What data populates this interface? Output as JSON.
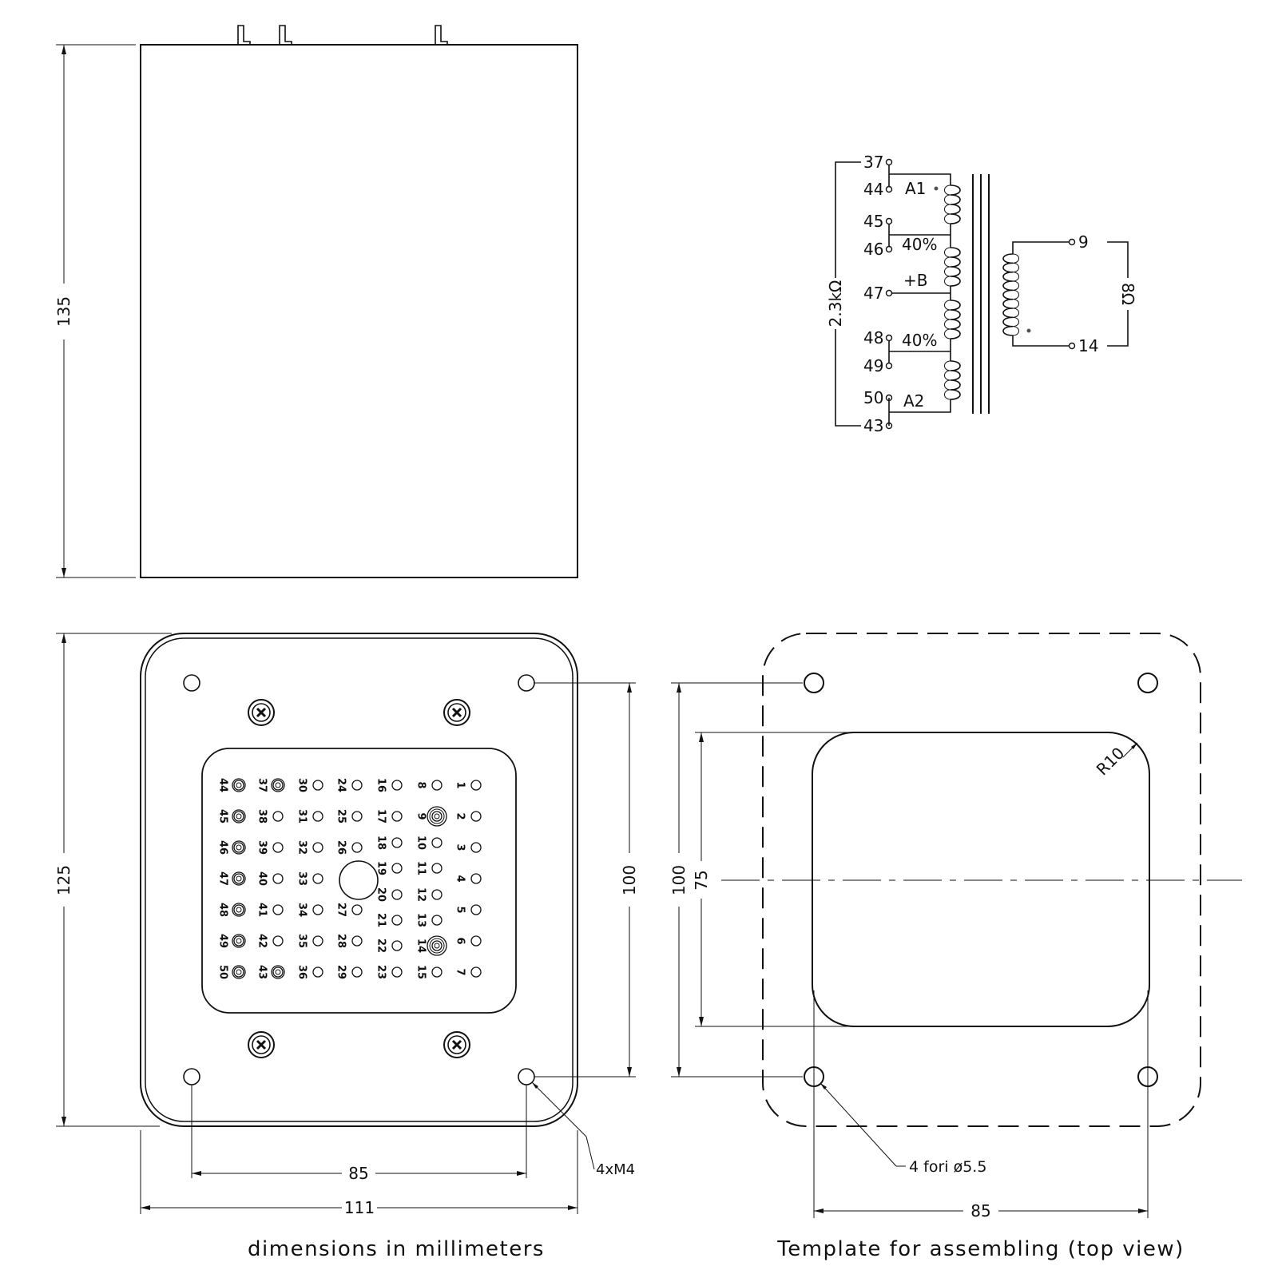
{
  "dimensions": {
    "height_side": "135",
    "height_bottom": "125",
    "hole_spacing_v": "100",
    "hole_spacing_h": "85",
    "width": "111",
    "thread": "4xM4",
    "tpl_hole_spacing_v": "100",
    "window_height": "75",
    "tpl_hole_spacing_h": "85",
    "radius": "R10",
    "holes": "4 fori ø5.5"
  },
  "captions": {
    "bottom_left": "dimensions in millimeters",
    "bottom_right": "Template for assembling (top view)"
  },
  "schematic": {
    "primary_pins": [
      "37",
      "44",
      "45",
      "46",
      "47",
      "48",
      "49",
      "50",
      "43"
    ],
    "secondary_pins": [
      "9",
      "14"
    ],
    "labels": {
      "a1": "A1",
      "tap1": "40%",
      "plus_b": "+B",
      "tap2": "40%",
      "a2": "A2",
      "primary_impedance": "2.3kΩ",
      "secondary_impedance": "8Ω"
    }
  },
  "terminal_board": {
    "columns": [
      {
        "pins": [
          "44",
          "45",
          "46",
          "47",
          "48",
          "49",
          "50"
        ],
        "used": [
          true,
          true,
          true,
          true,
          true,
          true,
          true
        ]
      },
      {
        "pins": [
          "37",
          "38",
          "39",
          "40",
          "41",
          "42",
          "43"
        ],
        "used": [
          true,
          false,
          false,
          false,
          false,
          false,
          true
        ]
      },
      {
        "pins": [
          "30",
          "31",
          "32",
          "33",
          "34",
          "35",
          "36"
        ],
        "used": [
          false,
          false,
          false,
          false,
          false,
          false,
          false
        ]
      },
      {
        "pins": [
          "24",
          "25",
          "26",
          "27",
          "28",
          "29"
        ],
        "used": [
          false,
          false,
          false,
          false,
          false,
          false
        ]
      },
      {
        "pins": [
          "16",
          "17",
          "18",
          "19",
          "20",
          "21",
          "22",
          "23"
        ],
        "used": [
          false,
          false,
          false,
          false,
          false,
          false,
          false,
          false
        ]
      },
      {
        "pins": [
          "8",
          "9",
          "10",
          "11",
          "12",
          "13",
          "14",
          "15"
        ],
        "used": [
          false,
          true,
          false,
          false,
          false,
          false,
          true,
          false
        ]
      },
      {
        "pins": [
          "1",
          "2",
          "3",
          "4",
          "5",
          "6",
          "7"
        ],
        "used": [
          false,
          false,
          false,
          false,
          false,
          false,
          false
        ]
      }
    ]
  }
}
